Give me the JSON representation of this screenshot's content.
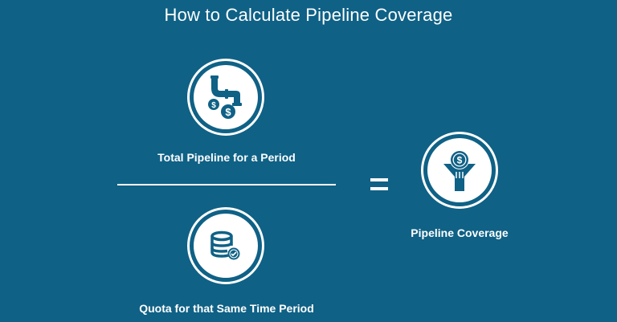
{
  "title": "How to Calculate Pipeline Coverage",
  "formula": {
    "numerator": {
      "label": "Total Pipeline for a Period",
      "icon": "pipe-with-coins-icon"
    },
    "denominator": {
      "label": "Quota for that Same Time Period",
      "icon": "database-check-icon"
    },
    "operator": "=",
    "result": {
      "label": "Pipeline Coverage",
      "icon": "funnel-coin-icon"
    }
  },
  "colors": {
    "background": "#0f6186",
    "foreground": "#ffffff"
  }
}
